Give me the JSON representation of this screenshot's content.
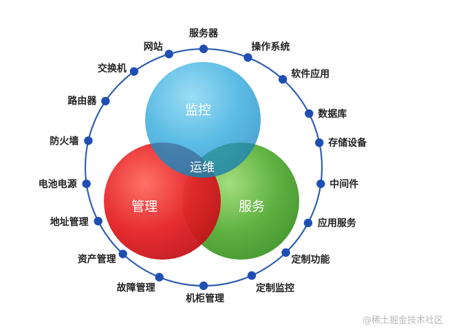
{
  "ring_nodes": [
    "服务器",
    "操作系统",
    "软件应用",
    "数据库",
    "存储设备",
    "中间件",
    "应用服务",
    "定制功能",
    "定制监控",
    "机柜管理",
    "故障管理",
    "资产管理",
    "地址管理",
    "电池电源",
    "防火墙",
    "路由器",
    "交换机",
    "网站"
  ],
  "venn": {
    "top_label": "监控",
    "left_label": "管理",
    "right_label": "服务",
    "center_label": "运维"
  },
  "colors": {
    "ring": "#2f5fb0",
    "node": "#1f4fb3",
    "top": "#2ea9dd",
    "left": "#e52227",
    "right": "#56ad37"
  },
  "watermark": "@稀土掘金技术社区"
}
